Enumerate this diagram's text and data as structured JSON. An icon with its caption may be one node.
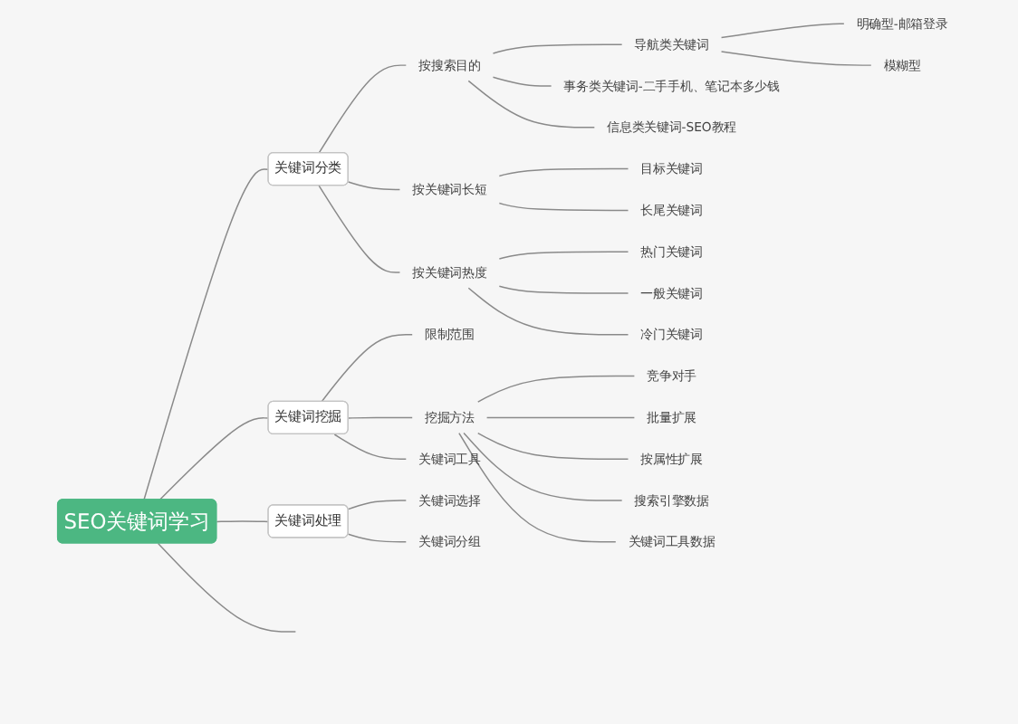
{
  "diagram": {
    "nodes": [
      {
        "text": [
          "SEO关键词学习"
        ]
      },
      {
        "text": [
          "关键词分类"
        ]
      },
      {
        "text": [
          "按搜索目的"
        ]
      },
      {
        "text": [
          "导航类关键词"
        ]
      },
      {
        "text": [
          "明确型-邮箱登录"
        ]
      },
      {
        "text": [
          "模糊型"
        ]
      },
      {
        "text": [
          "事务类关键词-二手手机、笔记本多少钱"
        ]
      },
      {
        "text": [
          "信息类关键词-SEO教程"
        ]
      },
      {
        "text": [
          "按关键词长短"
        ]
      },
      {
        "text": [
          "目标关键词"
        ]
      },
      {
        "text": [
          "长尾关键词"
        ]
      },
      {
        "text": [
          "按关键词热度"
        ]
      },
      {
        "text": [
          "热门关键词"
        ]
      },
      {
        "text": [
          "一般关键词"
        ]
      },
      {
        "text": [
          "冷门关键词"
        ]
      },
      {
        "text": [
          "关键词挖掘"
        ]
      },
      {
        "text": [
          "限制范围"
        ]
      },
      {
        "text": [
          "挖掘方法"
        ]
      },
      {
        "text": [
          "竞争对手"
        ]
      },
      {
        "text": [
          "批量扩展"
        ]
      },
      {
        "text": [
          "按属性扩展"
        ]
      },
      {
        "text": [
          "搜索引擎数据"
        ]
      },
      {
        "text": [
          "关键词工具数据"
        ]
      },
      {
        "text": [
          "关键词工具"
        ]
      },
      {
        "text": [
          "关键词处理"
        ]
      },
      {
        "text": [
          "关键词选择"
        ]
      },
      {
        "text": [
          "关键词分组"
        ]
      }
    ],
    "edges": [
      {
        "from": 0,
        "to": 1,
        "arrow": "none"
      },
      {
        "from": 1,
        "to": 2,
        "arrow": "none"
      },
      {
        "from": 2,
        "to": 3,
        "arrow": "none"
      },
      {
        "from": 3,
        "to": 4,
        "arrow": "none"
      },
      {
        "from": 3,
        "to": 5,
        "arrow": "none"
      },
      {
        "from": 2,
        "to": 6,
        "arrow": "none"
      },
      {
        "from": 2,
        "to": 7,
        "arrow": "none"
      },
      {
        "from": 1,
        "to": 8,
        "arrow": "none"
      },
      {
        "from": 8,
        "to": 9,
        "arrow": "none"
      },
      {
        "from": 8,
        "to": 10,
        "arrow": "none"
      },
      {
        "from": 1,
        "to": 11,
        "arrow": "none"
      },
      {
        "from": 11,
        "to": 12,
        "arrow": "none"
      },
      {
        "from": 11,
        "to": 13,
        "arrow": "none"
      },
      {
        "from": 11,
        "to": 14,
        "arrow": "none"
      },
      {
        "from": 0,
        "to": 15,
        "arrow": "none"
      },
      {
        "from": 15,
        "to": 16,
        "arrow": "none"
      },
      {
        "from": 15,
        "to": 17,
        "arrow": "none"
      },
      {
        "from": 17,
        "to": 18,
        "arrow": "none"
      },
      {
        "from": 17,
        "to": 19,
        "arrow": "none"
      },
      {
        "from": 17,
        "to": 20,
        "arrow": "none"
      },
      {
        "from": 17,
        "to": 21,
        "arrow": "none"
      },
      {
        "from": 17,
        "to": 22,
        "arrow": "none"
      },
      {
        "from": 15,
        "to": 23,
        "arrow": "none"
      },
      {
        "from": 0,
        "to": 24,
        "arrow": "none"
      },
      {
        "from": 24,
        "to": 25,
        "arrow": "none"
      },
      {
        "from": 24,
        "to": 26,
        "arrow": "none"
      },
      {
        "from": 0,
        "to": null,
        "arrow": "none"
      }
    ]
  }
}
